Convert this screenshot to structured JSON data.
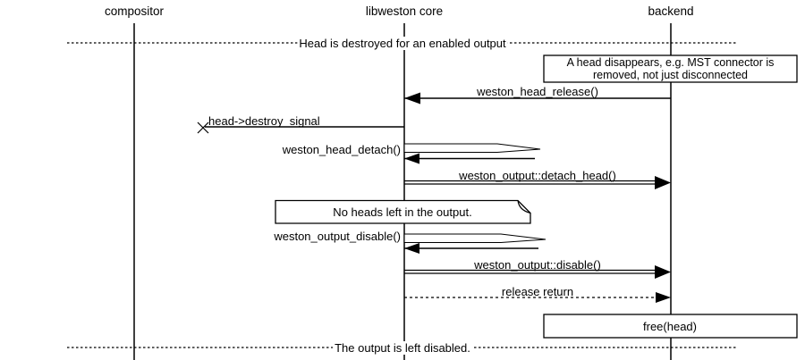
{
  "colors": {
    "background": "#ffffff",
    "line": "#000000",
    "text": "#000000"
  },
  "actors": {
    "compositor": {
      "label": "compositor"
    },
    "libweston_core": {
      "label": "libweston core"
    },
    "backend": {
      "label": "backend"
    }
  },
  "dividers": {
    "top": {
      "label": "Head is destroyed for an enabled output"
    },
    "bottom": {
      "label": "The output is left disabled."
    }
  },
  "notes": {
    "head_disappears": {
      "line1": "A head disappears, e.g. MST connector is",
      "line2": "removed, not just disconnected"
    },
    "no_heads_left": {
      "text": "No heads left in the output."
    },
    "free_head": {
      "text": "free(head)"
    }
  },
  "messages": {
    "head_release": {
      "label": "weston_head_release()",
      "from": "backend",
      "to": "libweston core",
      "style": "solid"
    },
    "destroy_signal": {
      "label": "head->destroy_signal",
      "from": "libweston core",
      "to": "lost (x)",
      "style": "solid"
    },
    "head_detach": {
      "label": "weston_head_detach()",
      "from": "libweston core",
      "to": "libweston core",
      "style": "self-call"
    },
    "detach_head": {
      "label": "weston_output::detach_head()",
      "from": "libweston core",
      "to": "backend",
      "style": "double"
    },
    "output_disable": {
      "label": "weston_output_disable()",
      "from": "libweston core",
      "to": "libweston core",
      "style": "self-call"
    },
    "disable": {
      "label": "weston_output::disable()",
      "from": "libweston core",
      "to": "backend",
      "style": "double"
    },
    "release_return": {
      "label": "release return",
      "from": "libweston core",
      "to": "backend",
      "style": "dashed"
    }
  }
}
